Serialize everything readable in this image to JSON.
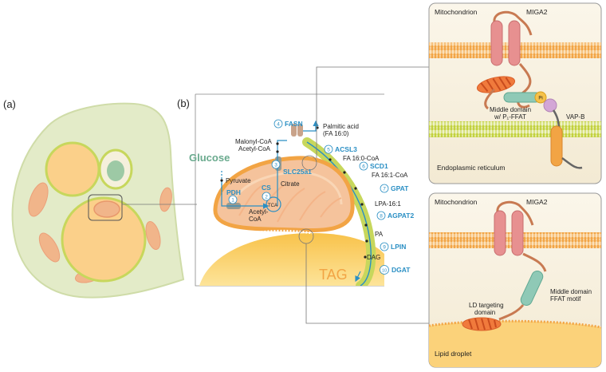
{
  "panels": {
    "a_label": "(a)",
    "b_label": "(b)"
  },
  "pathway": {
    "glucose": "Glucose",
    "pyruvate": "Pyruvate",
    "acetyl_coa": "Acetyl-\nCoA",
    "acetyl_coa_line1": "Acetyl-",
    "acetyl_coa_line2": "CoA",
    "tca": "TCA",
    "citrate": "Citrate",
    "malonyl_coa": "Malonyl-CoA",
    "acetyl_coa2": "Acetyl-CoA",
    "palmitic_line1": "Palmitic acid",
    "palmitic_line2": "(FA 16:0)",
    "fa160": "FA 16:0-CoA",
    "fa161": "FA 16:1-CoA",
    "lpa": "LPA-16:1",
    "pa": "PA",
    "dag": "DAG",
    "tag": "TAG"
  },
  "enzymes": [
    {
      "num": "1",
      "name": "PDH"
    },
    {
      "num": "2",
      "name": "CS"
    },
    {
      "num": "3",
      "name": "SLC25a1"
    },
    {
      "num": "4",
      "name": "FASN"
    },
    {
      "num": "5",
      "name": "ACSL3"
    },
    {
      "num": "6",
      "name": "SCD1"
    },
    {
      "num": "7",
      "name": "GPAT"
    },
    {
      "num": "8",
      "name": "AGPAT2"
    },
    {
      "num": "9",
      "name": "LPIN"
    },
    {
      "num": "10",
      "name": "DGAT"
    }
  ],
  "top_panel": {
    "mitochondrion": "Mitochondrion",
    "miga2": "MIGA2",
    "middle_line1": "Middle domain",
    "middle_line2": "w/ P₁-FFAT",
    "pi": "Pi",
    "vapb": "VAP-B",
    "er": "Endoplasmic reticulum"
  },
  "bottom_panel": {
    "mitochondrion": "Mitochondrion",
    "miga2": "MIGA2",
    "middle_line1": "Middle domain",
    "middle_line2": "FFAT motif",
    "ld_line1": "LD targeting",
    "ld_line2": "domain",
    "lipid_droplet": "Lipid droplet"
  },
  "colors": {
    "membrane": "#f2a444",
    "er_membrane": "#c8d84a",
    "panel_bg": "#f8f3e6",
    "arrow": "#2a8fc4",
    "glucose": "#6aaa8e",
    "protein": "#e79090",
    "lipid_droplet": "#f6c24a",
    "mito": "#f1b58a",
    "cell": "#e3ebc8"
  }
}
